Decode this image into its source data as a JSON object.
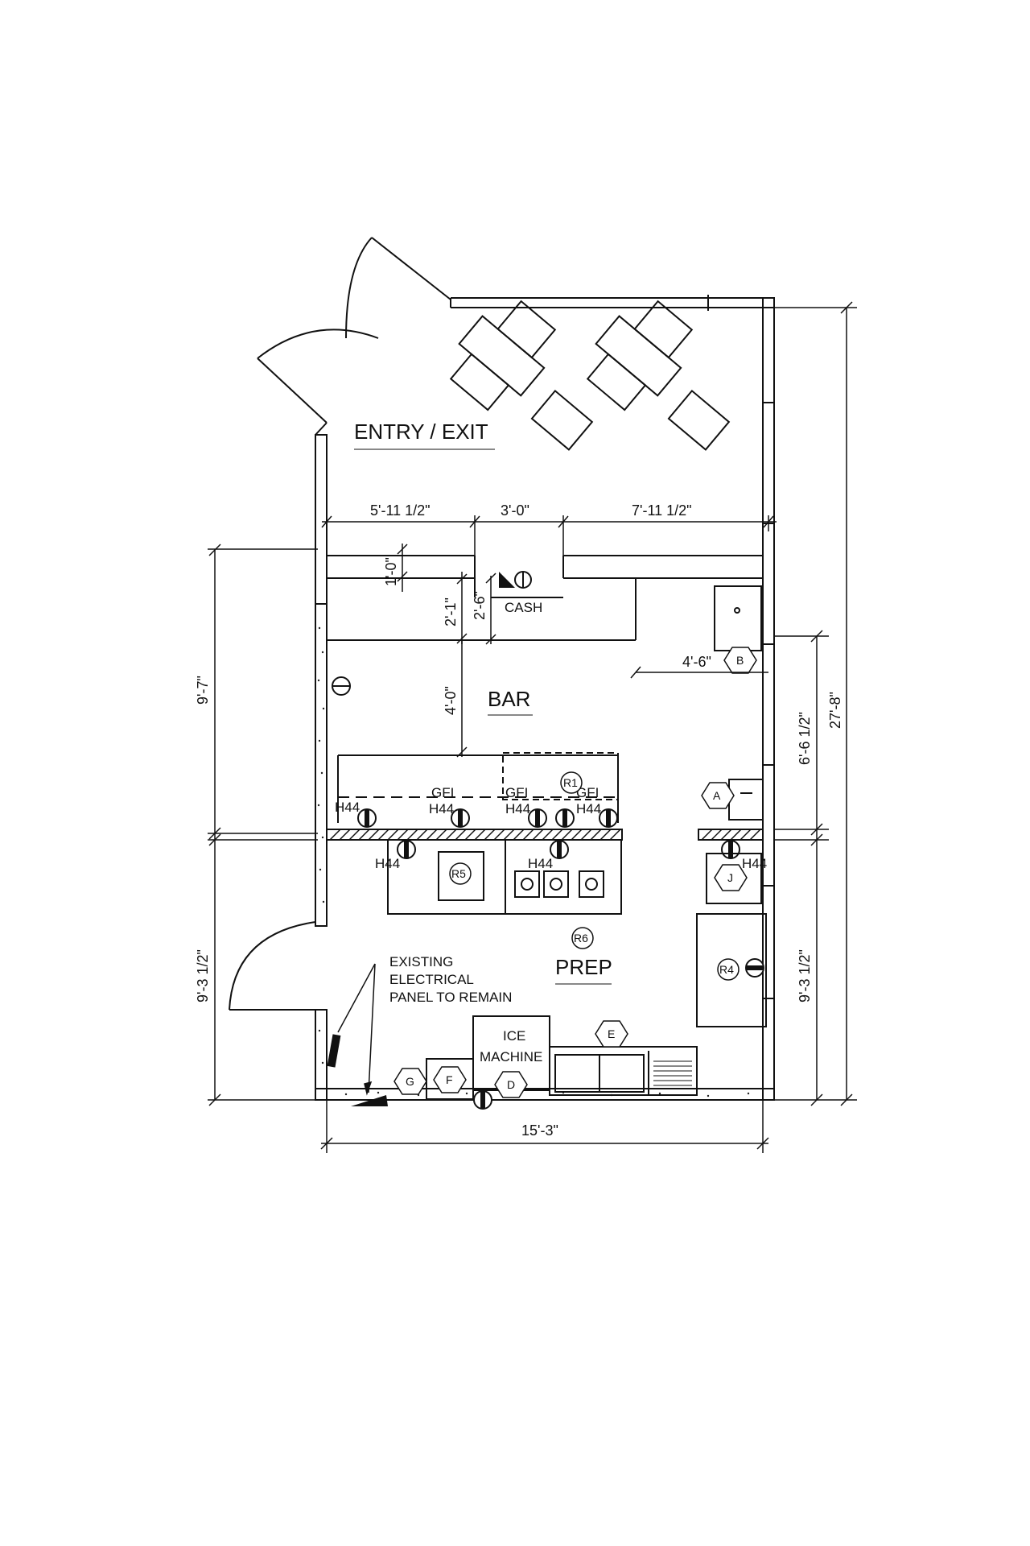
{
  "rooms": {
    "entry": "ENTRY  / EXIT",
    "bar": "BAR",
    "prep": "PREP"
  },
  "dimensions": {
    "top_left": "5'-11 1/2\"",
    "top_mid": "3'-0\"",
    "top_right": "7'-11 1/2\"",
    "counter_1": "1'-0\"",
    "counter_2": "2'-1\"",
    "counter_3": "2'-6\"",
    "bar_depth": "4'-0\"",
    "right_gap": "4'-6\"",
    "left_upper": "9'-7\"",
    "left_lower": "9'-3 1/2\"",
    "right_upper": "6'-6 1/2\"",
    "right_lower": "9'-3 1/2\"",
    "overall_height": "27'-8\"",
    "overall_width": "15'-3\""
  },
  "labels": {
    "cash": "CASH",
    "ice_machine_1": "ICE",
    "ice_machine_2": "MACHINE",
    "panel_1": "EXISTING",
    "panel_2": "ELECTRICAL",
    "panel_3": "PANEL TO REMAIN",
    "gfi_1": "GFI",
    "gfi_2": "GFI",
    "gfi_3": "GFI",
    "h44_1": "H44",
    "h44_2": "H44",
    "h44_3": "H44",
    "h44_4": "H44",
    "h44_5": "H44",
    "h44_6": "H44",
    "h44_7": "H44"
  },
  "tags": {
    "A": "A",
    "B": "B",
    "D": "D",
    "E": "E",
    "F": "F",
    "G": "G",
    "J": "J",
    "R1": "R1",
    "R4": "R4",
    "R5": "R5",
    "R6": "R6"
  }
}
